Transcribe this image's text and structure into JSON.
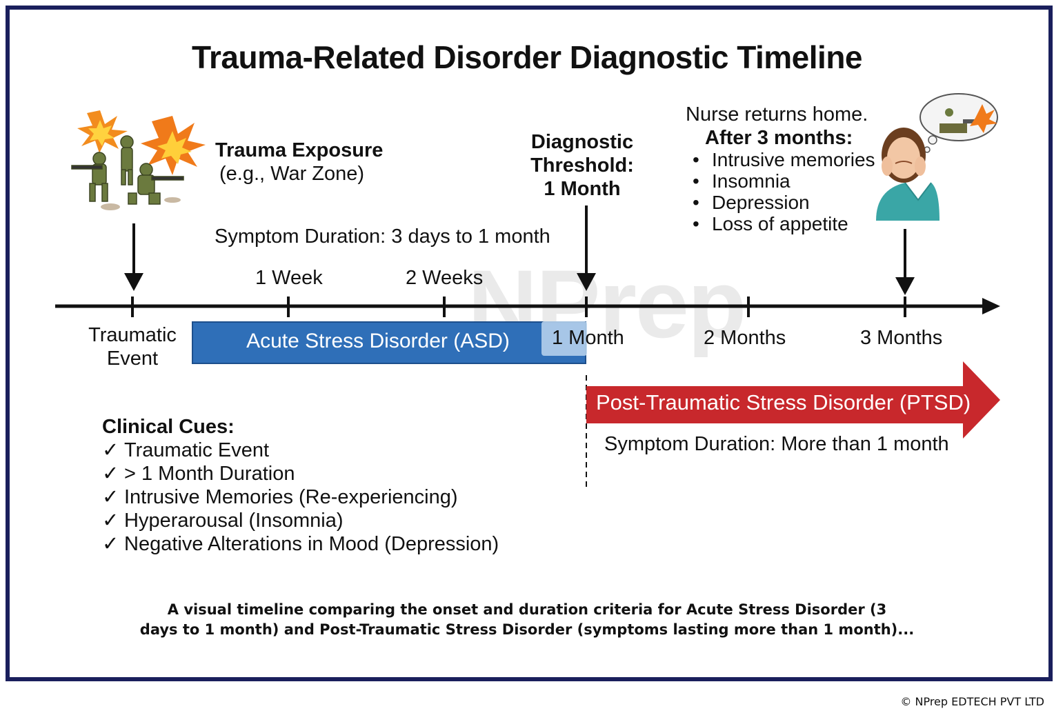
{
  "title": "Trauma-Related Disorder Diagnostic Timeline",
  "watermark": "NPrep",
  "trauma_exposure": {
    "heading": "Trauma Exposure",
    "example": "(e.g., War Zone)"
  },
  "asd_duration_text": "Symptom Duration: 3 days to 1 month",
  "threshold": {
    "line1": "Diagnostic",
    "line2": "Threshold:",
    "line3": "1 Month"
  },
  "nurse": {
    "intro": "Nurse returns home.",
    "heading": "After 3 months:",
    "symptoms": [
      "Intrusive memories",
      "Insomnia",
      "Depression",
      "Loss of appetite"
    ],
    "bullet": "•"
  },
  "timeline": {
    "start_line1": "Traumatic",
    "start_line2": "Event",
    "above_ticks": [
      "1 Week",
      "2 Weeks"
    ],
    "below_ticks": [
      "1 Month",
      "2 Months",
      "3 Months"
    ]
  },
  "asd_bar": {
    "label": "Acute Stress Disorder (ASD)",
    "color": "#2f6fb8"
  },
  "ptsd_arrow": {
    "label": "Post-Traumatic Stress Disorder (PTSD)",
    "color": "#c8282c"
  },
  "ptsd_duration_text": "Symptom Duration: More than 1 month",
  "clinical_cues": {
    "heading": "Clinical Cues:",
    "check": "✓",
    "items": [
      "Traumatic Event",
      "> 1 Month Duration",
      "Intrusive Memories (Re-experiencing)",
      "Hyperarousal (Insomnia)",
      "Negative Alterations in Mood (Depression)"
    ]
  },
  "caption": {
    "line1": "A visual timeline comparing the onset and duration criteria for Acute Stress Disorder (3",
    "line2": "days to 1 month) and Post-Traumatic Stress Disorder (symptoms lasting more than 1 month)..."
  },
  "copyright": "© NPrep EDTECH PVT LTD",
  "icons": [
    "soldiers-explosion-icon",
    "distressed-nurse-icon",
    "thought-bubble-icon"
  ],
  "colors": {
    "frame": "#1a1f5c",
    "asd": "#2f6fb8",
    "ptsd": "#c8282c"
  }
}
